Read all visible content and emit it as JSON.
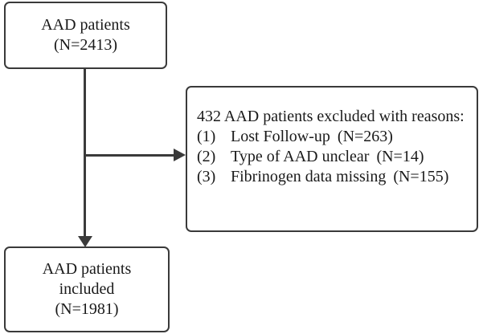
{
  "diagram": {
    "type": "patient-flow-diagram",
    "line_color": "#3a3a3a",
    "background_color": "#ffffff",
    "enrolled_box": {
      "line1": "AAD patients",
      "line2": "(N=2413)"
    },
    "excluded_box": {
      "heading": "432 AAD patients excluded with reasons:",
      "reasons": [
        {
          "number": "(1)",
          "text": "Lost Follow-up",
          "count": "(N=263)"
        },
        {
          "number": "(2)",
          "text": "Type of AAD unclear",
          "count": "(N=14)"
        },
        {
          "number": "(3)",
          "text": " Fibrinogen data missing",
          "count": "(N=155)"
        }
      ]
    },
    "included_box": {
      "line1": "AAD patients",
      "line2": "included",
      "line3": "(N=1981)"
    }
  }
}
